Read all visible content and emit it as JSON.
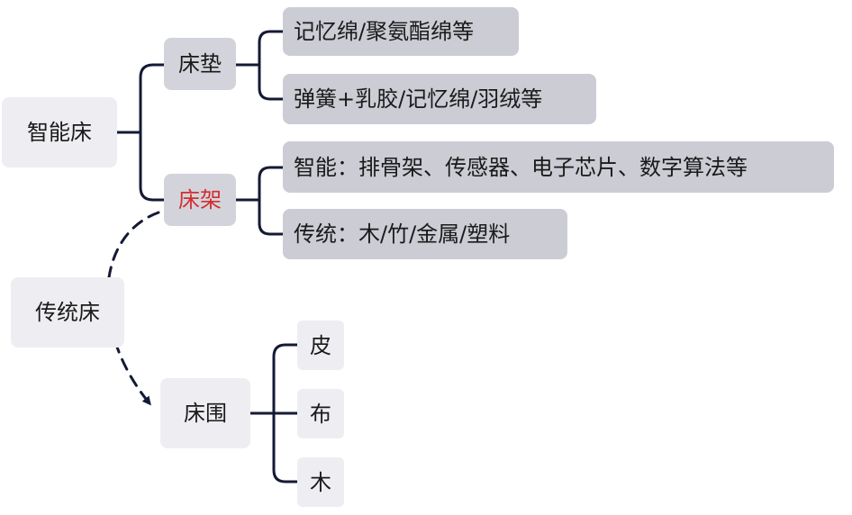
{
  "colors": {
    "line": "#141a35",
    "text": "#1a1a1a",
    "highlight_text": "#d32f2f",
    "root_node_bg": "#eeeef2",
    "branch_node_bg": "#d3d4db",
    "leaf_node_bg": "#cbccd4"
  },
  "root": {
    "label": "智能床"
  },
  "mattress": {
    "label": "床垫",
    "items": [
      "记忆绵/聚氨酯绵等",
      "弹簧+乳胶/记忆绵/羽绒等"
    ]
  },
  "frame": {
    "label": "床架",
    "items": [
      "智能：排骨架、传感器、电子芯片、数字算法等",
      "传统：木/竹/金属/塑料"
    ]
  },
  "traditional": {
    "label": "传统床"
  },
  "surround": {
    "label": "床围",
    "items": [
      "皮",
      "布",
      "木"
    ]
  }
}
